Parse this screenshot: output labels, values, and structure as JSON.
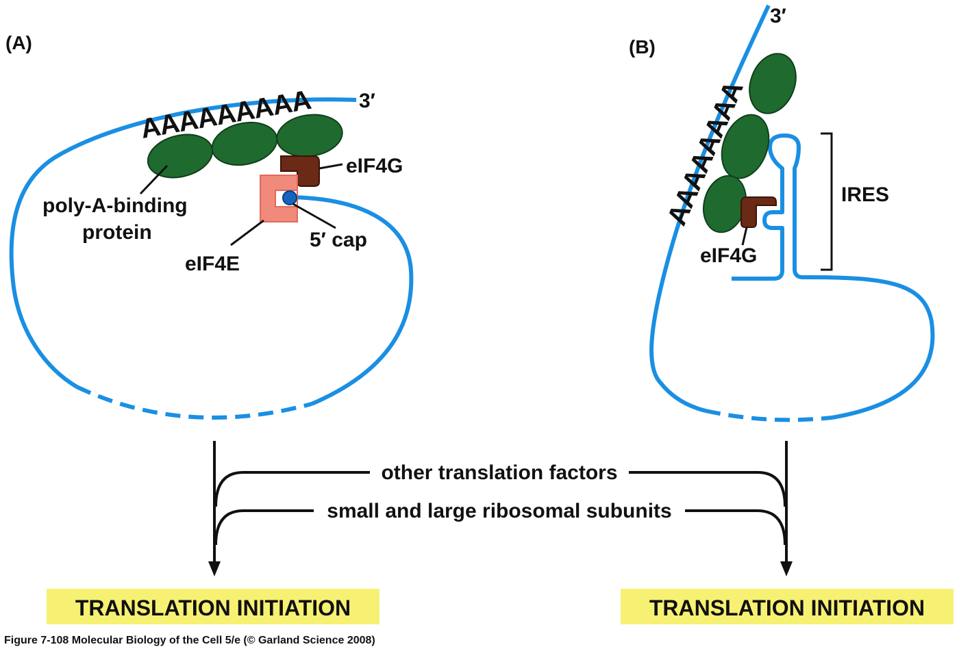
{
  "panels": {
    "a": {
      "label": "(A)",
      "polya": "AAAAAAAAA",
      "three_prime": "3′",
      "eif4g": "eIF4G",
      "pabp_line1": "poly-A-binding",
      "pabp_line2": "protein",
      "eif4e": "eIF4E",
      "cap": "5′ cap"
    },
    "b": {
      "label": "(B)",
      "polya": "AAAAAAAA",
      "three_prime": "3′",
      "eif4g": "eIF4G",
      "ires": "IRES"
    }
  },
  "factors": {
    "other": "other translation factors",
    "ribosome": "small and large ribosomal subunits"
  },
  "outcomes": {
    "left": "TRANSLATION INITIATION",
    "right": "TRANSLATION INITIATION"
  },
  "caption": "Figure 7-108  Molecular Biology of the Cell 5/e (© Garland Science 2008)",
  "colors": {
    "mrna": "#1a8fe3",
    "pabp": "#1f6a2f",
    "eif4g": "#6b2a15",
    "eif4e": "#f08a7b",
    "outcome_box": "#f7f173"
  }
}
